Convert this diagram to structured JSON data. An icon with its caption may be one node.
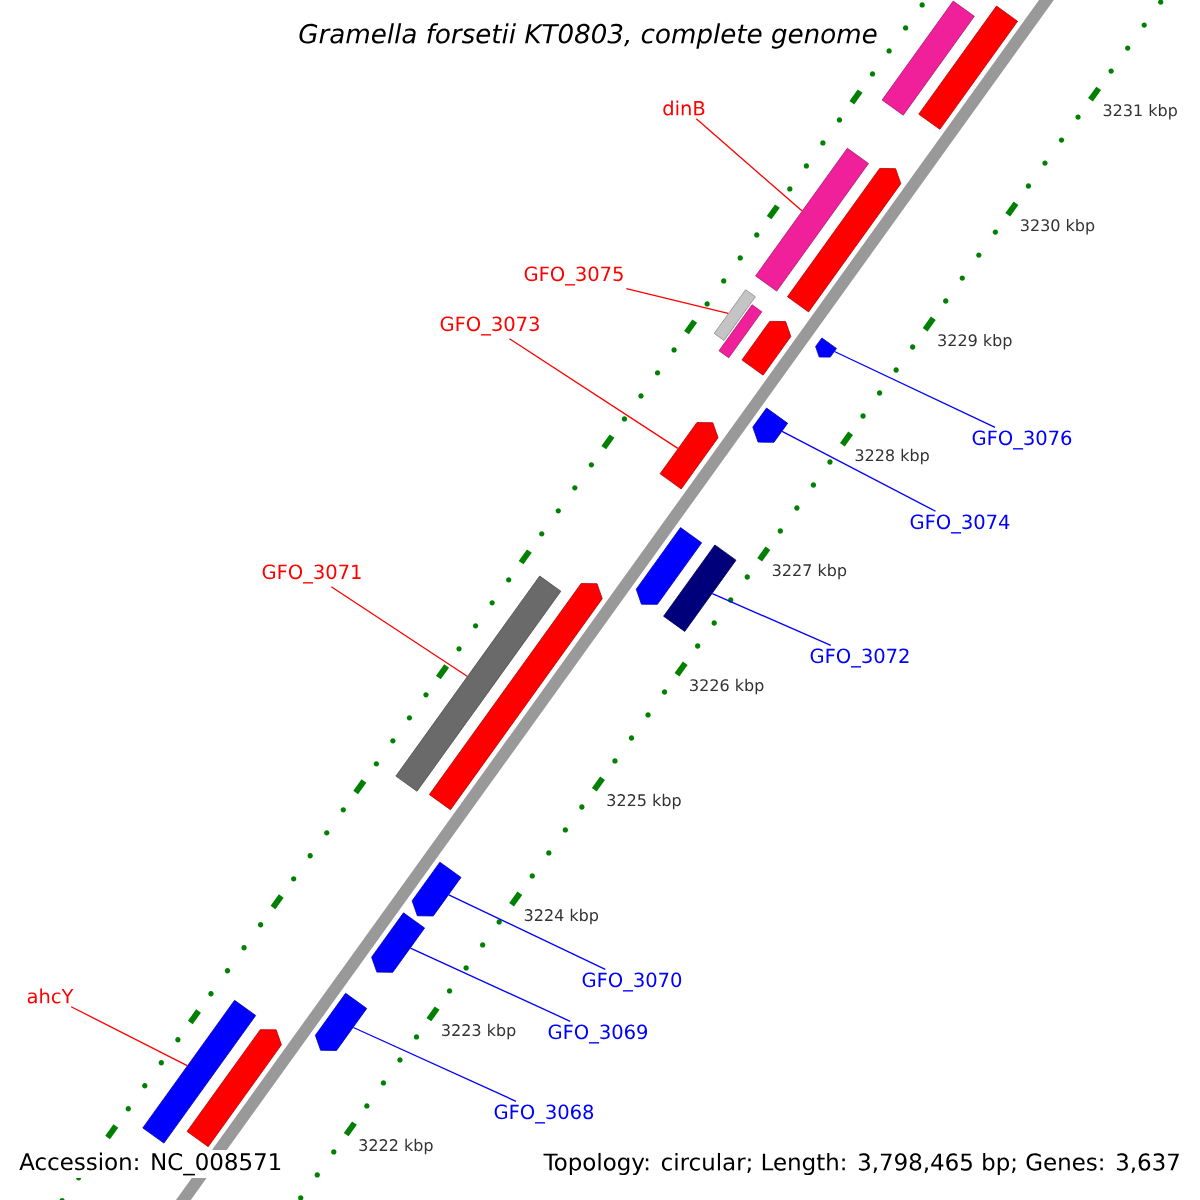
{
  "diagram": {
    "title": "Gramella forsetii KT0803, complete genome",
    "nodes": [
      {
        "text": [
          "dinB"
        ]
      },
      {
        "text": [
          "GFO_3075"
        ]
      },
      {
        "text": [
          "GFO_3073"
        ]
      },
      {
        "text": [
          "GFO_3076"
        ]
      },
      {
        "text": [
          "GFO_3074"
        ]
      },
      {
        "text": [
          "GFO_3071"
        ]
      },
      {
        "text": [
          "GFO_3072"
        ]
      },
      {
        "text": [
          "GFO_3070"
        ]
      },
      {
        "text": [
          "GFO_3069"
        ]
      },
      {
        "text": [
          "GFO_3068"
        ]
      },
      {
        "text": [
          "ahcY"
        ]
      },
      {
        "text": [],
        "shape": "bar"
      },
      {
        "text": [],
        "shape": "bar"
      },
      {
        "text": [],
        "shape": "bar"
      },
      {
        "text": [],
        "shape": "bar"
      },
      {
        "text": [],
        "shape": "bar"
      },
      {
        "text": [],
        "shape": "bar"
      },
      {
        "text": [],
        "shape": "bar"
      },
      {
        "text": [],
        "shape": "bar"
      },
      {
        "text": [],
        "shape": "bar"
      },
      {
        "text": [],
        "shape": "bar"
      },
      {
        "text": [],
        "shape": "bar"
      },
      {
        "text": [],
        "shape": "bar"
      },
      {
        "text": [],
        "shape": "bar"
      },
      {
        "text": [],
        "shape": "bar"
      },
      {
        "text": [],
        "shape": "bar"
      },
      {
        "text": [],
        "shape": "bar"
      },
      {
        "text": [],
        "shape": "bar"
      },
      {
        "text": [],
        "shape": "bar"
      },
      {
        "text": [],
        "shape": "bar"
      }
    ],
    "edges": [
      {
        "from": 0,
        "to": 13,
        "arrow": "none",
        "color": "#ff0000"
      },
      {
        "from": 1,
        "to": 15,
        "arrow": "none",
        "color": "#ff0000"
      },
      {
        "from": 2,
        "to": 19,
        "arrow": "none",
        "color": "#ff0000"
      },
      {
        "from": 3,
        "to": 18,
        "arrow": "none"
      },
      {
        "from": 4,
        "to": 20,
        "arrow": "none"
      },
      {
        "from": 5,
        "to": 23,
        "arrow": "none",
        "color": "#ff0000"
      },
      {
        "from": 6,
        "to": 21,
        "arrow": "none"
      },
      {
        "from": 7,
        "to": 25,
        "arrow": "none"
      },
      {
        "from": 8,
        "to": 26,
        "arrow": "none"
      },
      {
        "from": 9,
        "to": 27,
        "arrow": "none"
      },
      {
        "from": 10,
        "to": 28,
        "arrow": "none",
        "color": "#ff0000"
      }
    ],
    "labels": [
      "3231 kbp",
      "3230 kbp",
      "3229 kbp",
      "3228 kbp",
      "3227 kbp",
      "3226 kbp",
      "3225 kbp",
      "3224 kbp",
      "3223 kbp",
      "3222 kbp",
      "Accession: NC_008571",
      "Topology: circular; Length: 3,798,465 bp; Genes: 3,637"
    ]
  }
}
